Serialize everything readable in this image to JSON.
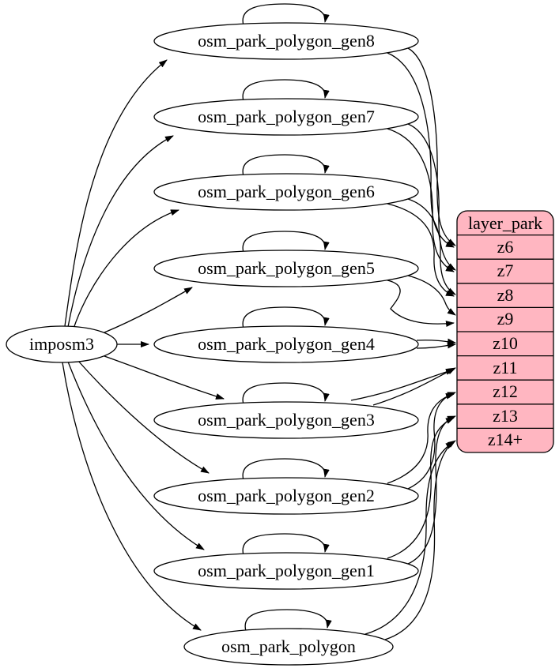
{
  "diagram": {
    "kind": "etl-graph",
    "source": {
      "label": "imposm3"
    },
    "nodes": [
      {
        "label": "osm_park_polygon_gen8",
        "zoom_target": "z6"
      },
      {
        "label": "osm_park_polygon_gen7",
        "zoom_target": "z7"
      },
      {
        "label": "osm_park_polygon_gen6",
        "zoom_target": "z8"
      },
      {
        "label": "osm_park_polygon_gen5",
        "zoom_target": "z9"
      },
      {
        "label": "osm_park_polygon_gen4",
        "zoom_target": "z10"
      },
      {
        "label": "osm_park_polygon_gen3",
        "zoom_target": "z11"
      },
      {
        "label": "osm_park_polygon_gen2",
        "zoom_target": "z12"
      },
      {
        "label": "osm_park_polygon_gen1",
        "zoom_target": "z13"
      },
      {
        "label": "osm_park_polygon",
        "zoom_target": "z14+"
      }
    ],
    "layer_table": {
      "title": "layer_park",
      "rows": [
        "z6",
        "z7",
        "z8",
        "z9",
        "z10",
        "z11",
        "z12",
        "z13",
        "z14+"
      ]
    },
    "connections": {
      "from_source": "imposm3 feeds every osm_park table",
      "self_updates": "each osm_park table has a self-loop",
      "to_layer": [
        "osm_park_polygon_gen8 -> z6",
        "osm_park_polygon_gen7 -> z7",
        "osm_park_polygon_gen6 -> z8",
        "osm_park_polygon_gen5 -> z9",
        "osm_park_polygon_gen4 -> z10",
        "osm_park_polygon_gen3 -> z11",
        "osm_park_polygon_gen2 -> z12",
        "osm_park_polygon_gen1 -> z13",
        "osm_park_polygon -> z14+"
      ]
    },
    "colors": {
      "table_fill": "#ffb6c1",
      "node_fill": "#ffffff",
      "stroke": "#000000",
      "background": "#ffffff"
    }
  }
}
